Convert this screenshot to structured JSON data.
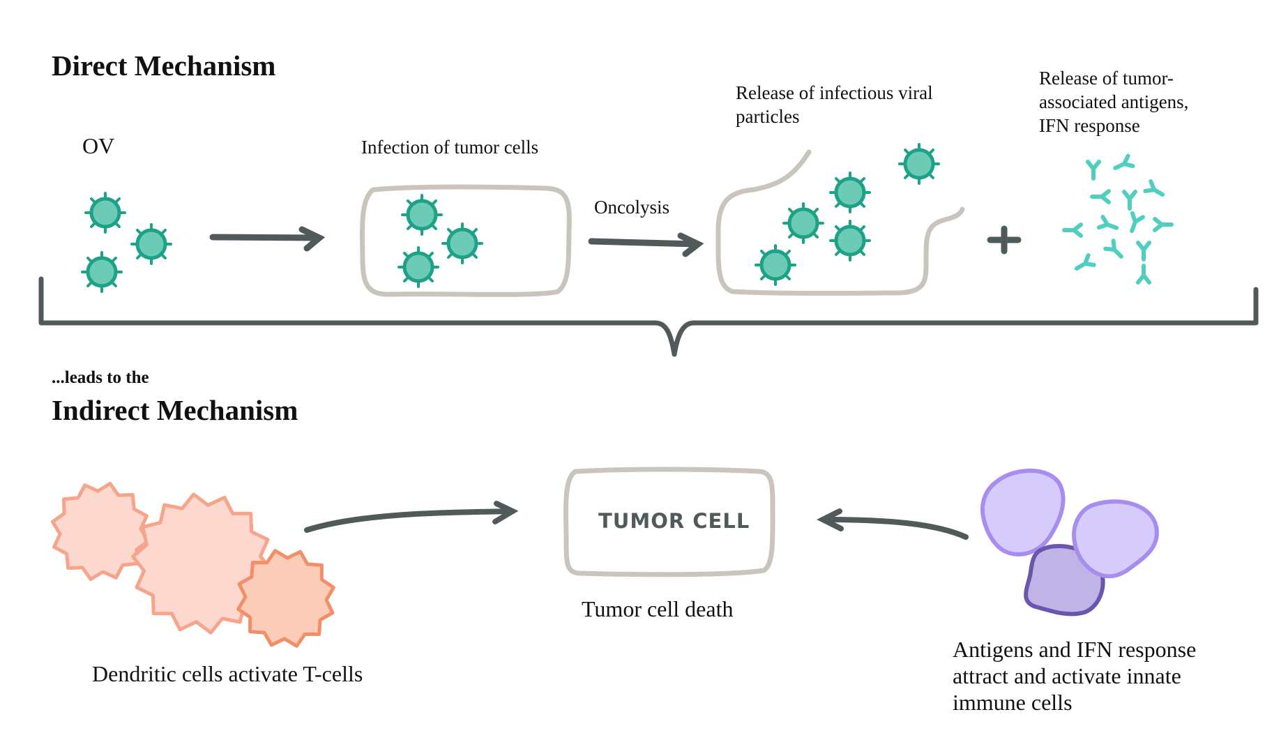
{
  "direct": {
    "title": "Direct Mechanism",
    "ov_label": "OV",
    "infection_label": "Infection of tumor cells",
    "oncolysis_label": "Oncolysis",
    "release_viral_label": "Release of infectious viral\nparticles",
    "release_antigens_label": "Release of tumor-\nassociated antigens,\nIFN response"
  },
  "indirect": {
    "lead": "...leads to the",
    "title": "Indirect Mechanism",
    "tumor_cell_label": "TUMOR CELL",
    "tumor_death_label": "Tumor cell death",
    "dendritic_label": "Dendritic cells activate T-cells",
    "immune_label": "Antigens and IFN response\nattract and activate innate\nimmune cells"
  },
  "colors": {
    "virus_fill": "#6ccbb5",
    "virus_stroke": "#1ea287",
    "arrow": "#515a5a",
    "cell_outline": "#c9c5bd",
    "antigen": "#4fcfc0",
    "dendritic_fill": "#fdd8cf",
    "dendritic_stroke": "#f6a48c",
    "dendritic_fill_2": "#fbcdb8",
    "dendritic_stroke_2": "#f08f68",
    "immune_fill": "#d5ccfb",
    "immune_stroke": "#a88cf0",
    "immune_fill_dark": "#c0b4e6",
    "immune_stroke_dark": "#6c55ad"
  }
}
